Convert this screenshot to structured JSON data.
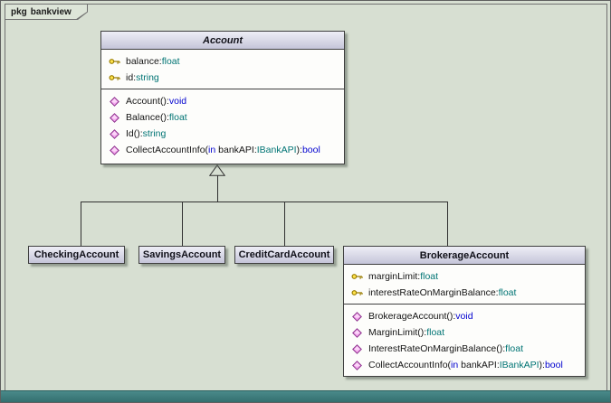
{
  "window": {
    "bottom_bar_color": "#3e7e7e"
  },
  "frame": {
    "tab": {
      "keyword": "pkg",
      "name": "bankview"
    }
  },
  "colors": {
    "canvas_background": "#d7dfd2",
    "class_fill": "#fdfdfb",
    "class_border": "#3f3f3f",
    "header_gradient_top": "#eeeef6",
    "header_gradient_bottom": "#c5c5d9",
    "identifier_text": "#141414",
    "type_text": "#007474",
    "keyword_text": "#0000cf",
    "connector": "#303030",
    "attribute_key_icon_color": "#ffe34d",
    "operation_diamond_icon_color": "#f4a6ee"
  },
  "classes": [
    {
      "name": "Account",
      "abstract": true,
      "attributes": [
        {
          "icon": "key-icon",
          "segments": [
            {
              "t": "balance:",
              "c": "plain"
            },
            {
              "t": "float",
              "c": "type"
            }
          ]
        },
        {
          "icon": "key-icon",
          "segments": [
            {
              "t": "id:",
              "c": "plain"
            },
            {
              "t": "string",
              "c": "type"
            }
          ]
        }
      ],
      "operations": [
        {
          "icon": "operation-diamond-icon",
          "segments": [
            {
              "t": "Account():",
              "c": "plain"
            },
            {
              "t": "void",
              "c": "kw"
            }
          ]
        },
        {
          "icon": "operation-diamond-icon",
          "segments": [
            {
              "t": "Balance():",
              "c": "plain"
            },
            {
              "t": "float",
              "c": "type"
            }
          ]
        },
        {
          "icon": "operation-diamond-icon",
          "segments": [
            {
              "t": "Id():",
              "c": "plain"
            },
            {
              "t": "string",
              "c": "type"
            }
          ]
        },
        {
          "icon": "operation-diamond-icon",
          "segments": [
            {
              "t": "CollectAccountInfo(",
              "c": "plain"
            },
            {
              "t": "in",
              "c": "kw"
            },
            {
              "t": " bankAPI:",
              "c": "plain"
            },
            {
              "t": "IBankAPI",
              "c": "type"
            },
            {
              "t": "):",
              "c": "plain"
            },
            {
              "t": "bool",
              "c": "kw"
            }
          ]
        }
      ]
    },
    {
      "name": "CheckingAccount",
      "abstract": false,
      "attributes": [],
      "operations": []
    },
    {
      "name": "SavingsAccount",
      "abstract": false,
      "attributes": [],
      "operations": []
    },
    {
      "name": "CreditCardAccount",
      "abstract": false,
      "attributes": [],
      "operations": []
    },
    {
      "name": "BrokerageAccount",
      "abstract": false,
      "attributes": [
        {
          "icon": "key-icon",
          "segments": [
            {
              "t": "marginLimit:",
              "c": "plain"
            },
            {
              "t": "float",
              "c": "type"
            }
          ]
        },
        {
          "icon": "key-icon",
          "segments": [
            {
              "t": "interestRateOnMarginBalance:",
              "c": "plain"
            },
            {
              "t": "float",
              "c": "type"
            }
          ]
        }
      ],
      "operations": [
        {
          "icon": "operation-diamond-icon",
          "segments": [
            {
              "t": "BrokerageAccount():",
              "c": "plain"
            },
            {
              "t": "void",
              "c": "kw"
            }
          ]
        },
        {
          "icon": "operation-diamond-icon",
          "segments": [
            {
              "t": "MarginLimit():",
              "c": "plain"
            },
            {
              "t": "float",
              "c": "type"
            }
          ]
        },
        {
          "icon": "operation-diamond-icon",
          "segments": [
            {
              "t": "InterestRateOnMarginBalance():",
              "c": "plain"
            },
            {
              "t": "float",
              "c": "type"
            }
          ]
        },
        {
          "icon": "operation-diamond-icon",
          "segments": [
            {
              "t": "CollectAccountInfo(",
              "c": "plain"
            },
            {
              "t": "in",
              "c": "kw"
            },
            {
              "t": " bankAPI:",
              "c": "plain"
            },
            {
              "t": "IBankAPI",
              "c": "type"
            },
            {
              "t": "):",
              "c": "plain"
            },
            {
              "t": "bool",
              "c": "kw"
            }
          ]
        }
      ]
    }
  ],
  "relationships": [
    {
      "type": "generalization",
      "from": "CheckingAccount",
      "to": "Account"
    },
    {
      "type": "generalization",
      "from": "SavingsAccount",
      "to": "Account"
    },
    {
      "type": "generalization",
      "from": "CreditCardAccount",
      "to": "Account"
    },
    {
      "type": "generalization",
      "from": "BrokerageAccount",
      "to": "Account"
    }
  ]
}
